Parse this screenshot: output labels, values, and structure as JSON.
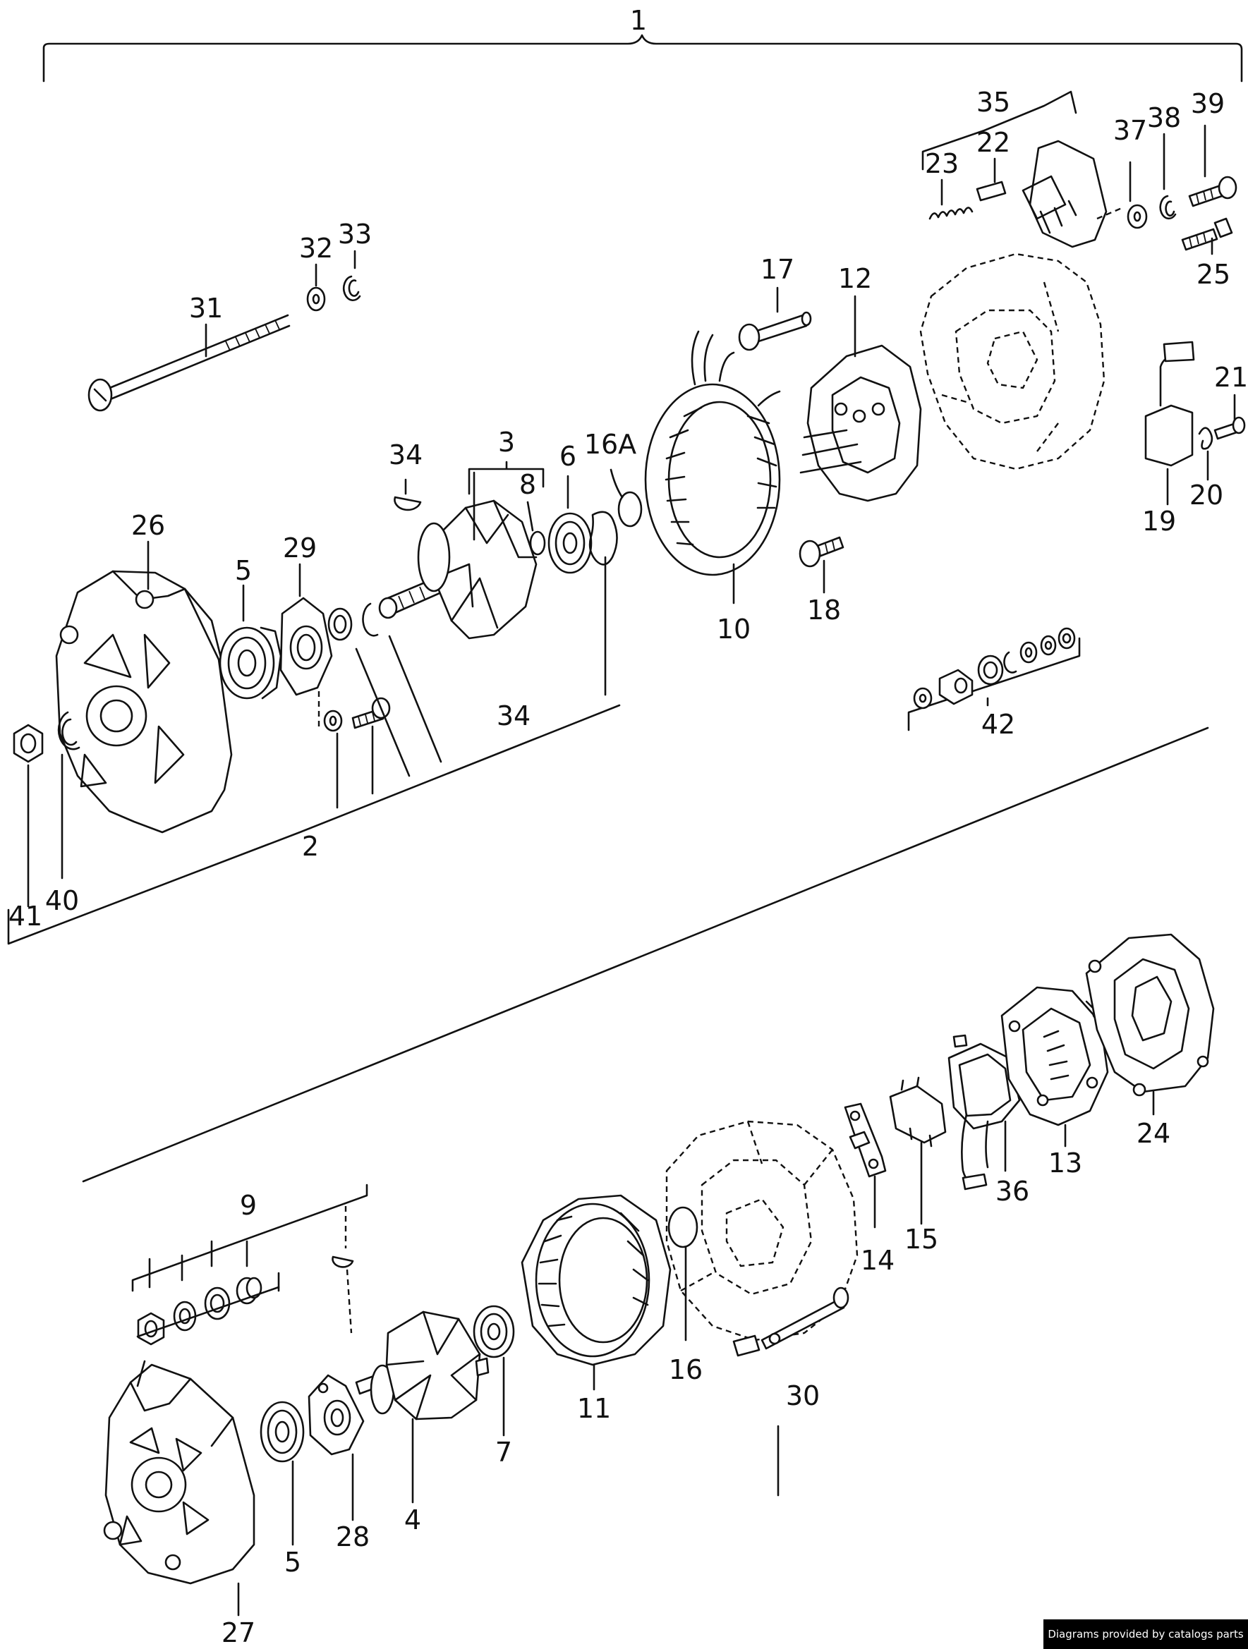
{
  "labels": {
    "l1": "1",
    "l2": "2",
    "l3": "3",
    "l4": "4",
    "l5a": "5",
    "l5b": "5",
    "l6": "6",
    "l7": "7",
    "l8": "8",
    "l9": "9",
    "l10": "10",
    "l11": "11",
    "l12": "12",
    "l13": "13",
    "l14": "14",
    "l15": "15",
    "l16": "16",
    "l16a": "16A",
    "l17": "17",
    "l18": "18",
    "l19": "19",
    "l20": "20",
    "l21": "21",
    "l22": "22",
    "l23": "23",
    "l24": "24",
    "l25": "25",
    "l26": "26",
    "l27": "27",
    "l28": "28",
    "l29": "29",
    "l30": "30",
    "l31": "31",
    "l32": "32",
    "l33": "33",
    "l34a": "34",
    "l34b": "34",
    "l35": "35",
    "l36": "36",
    "l37": "37",
    "l38": "38",
    "l39": "39",
    "l40": "40",
    "l41": "41",
    "l42": "42"
  },
  "footer": {
    "credit": "Diagrams provided by catalogs parts"
  }
}
